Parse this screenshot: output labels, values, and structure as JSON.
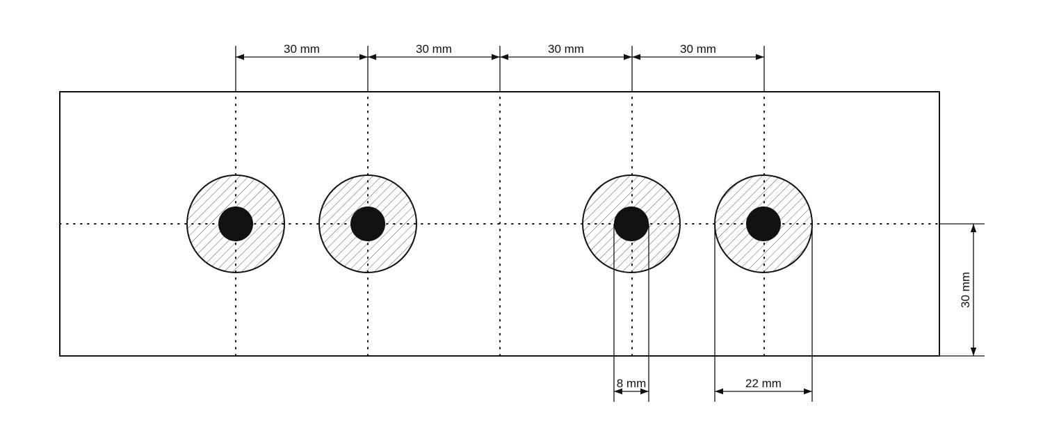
{
  "diagram": {
    "colors": {
      "line": "#111111",
      "hatch": "#555555",
      "background": "#ffffff"
    },
    "top_dimensions": [
      {
        "label": "30 mm"
      },
      {
        "label": "30 mm"
      },
      {
        "label": "30 mm"
      },
      {
        "label": "30 mm"
      }
    ],
    "holes": [
      {
        "name": "hole-1"
      },
      {
        "name": "hole-2"
      },
      {
        "name": "hole-3"
      },
      {
        "name": "hole-4"
      }
    ],
    "inner_diameter_label": "8 mm",
    "outer_diameter_label": "22 mm",
    "height_label": "30 mm"
  }
}
